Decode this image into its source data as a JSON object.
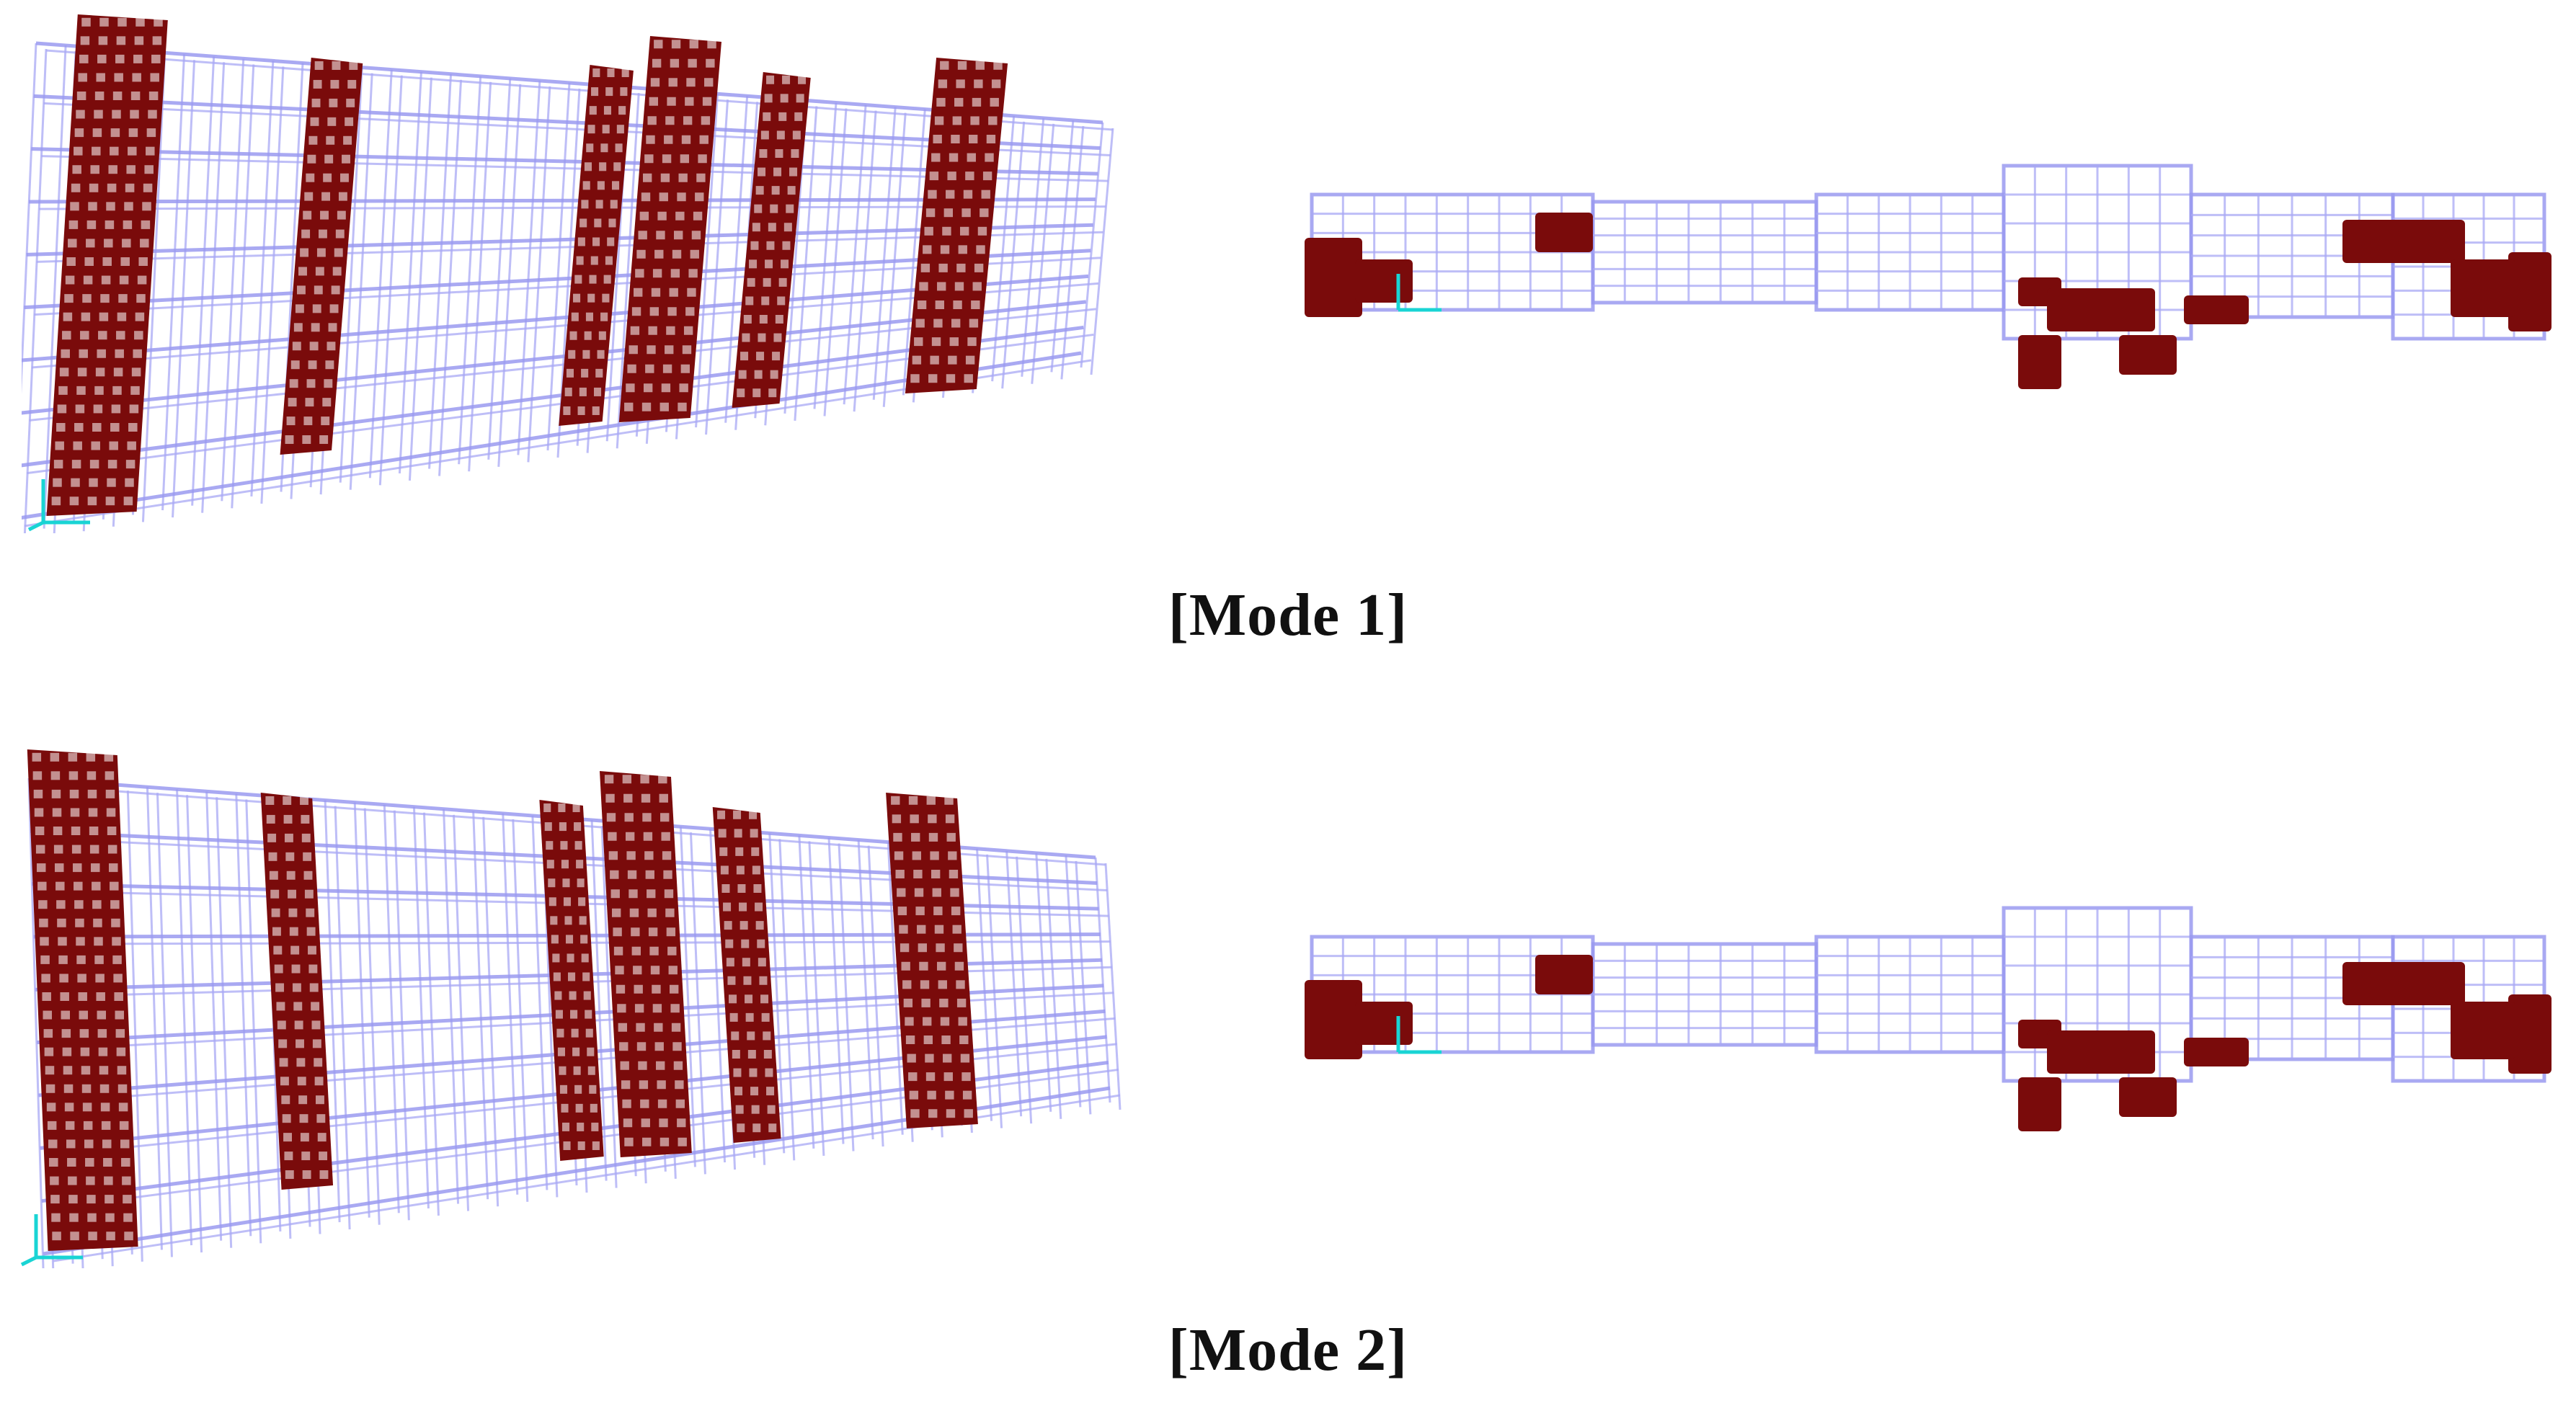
{
  "figure": {
    "modes": [
      {
        "id": "mode1",
        "caption": "[Mode 1]"
      },
      {
        "id": "mode2",
        "caption": "[Mode 2]"
      }
    ]
  },
  "colors": {
    "frame": "#9a9af0",
    "core_wall": "#7a0b0b",
    "axis": "#19d4d4",
    "background": "#ffffff"
  },
  "icons": {
    "axis_triad": "axis-triad-icon"
  }
}
